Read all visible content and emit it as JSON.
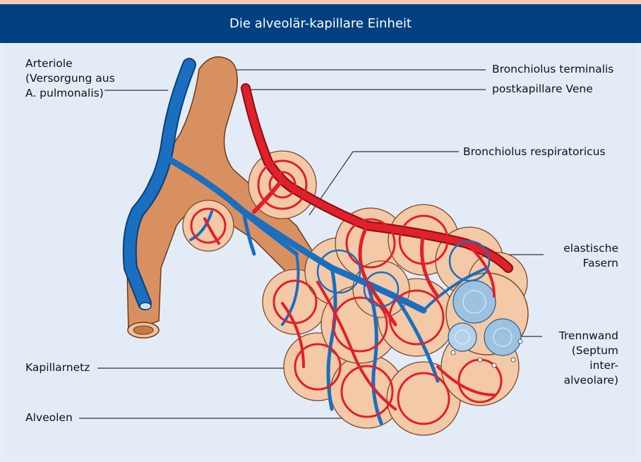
{
  "title": "Die alveolär-kapillare Einheit",
  "labels": {
    "arteriole_1": "Arteriole",
    "arteriole_2": "(Versorgung aus",
    "arteriole_3": "A. pulmonalis)",
    "bronchiolus_terminalis": "Bronchiolus terminalis",
    "postkapillare_vene": "postkapillare Vene",
    "bronchiolus_respiratoricus": "Bronchiolus respiratoricus",
    "elastische_1": "elastische",
    "elastische_2": "Fasern",
    "trennwand_1": "Trennwand",
    "trennwand_2": "(Septum",
    "trennwand_3": "inter-",
    "trennwand_4": "alveolare)",
    "kapillarnetz": "Kapillarnetz",
    "alveolen": "Alveolen"
  },
  "colors": {
    "header_bg": "#004080",
    "panel_bg": "#e3ecf6",
    "artery_blue": "#1a6fc0",
    "vein_red": "#e0202a",
    "bronchus_tan": "#d99060",
    "alveolus_skin": "#f3c9a7",
    "septum_blue": "#9cc2e2"
  }
}
